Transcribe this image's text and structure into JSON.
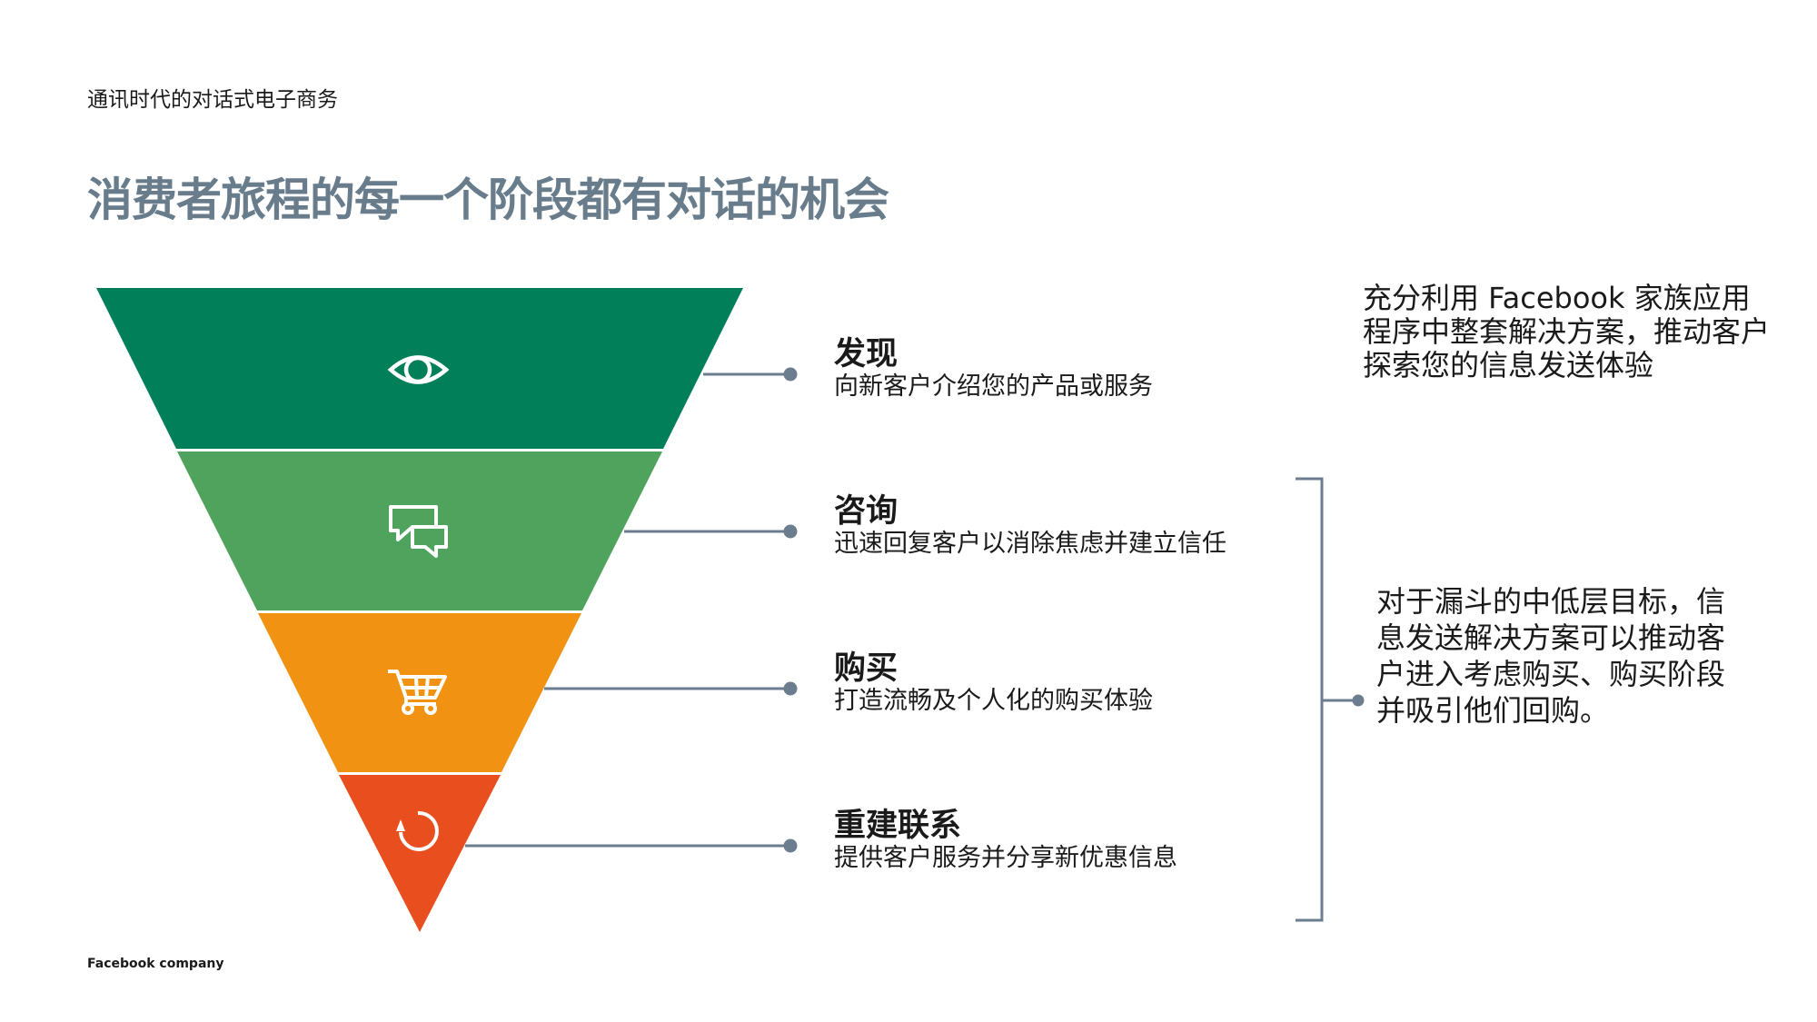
{
  "header": {
    "subtitle": "通讯时代的对话式电子商务",
    "title": "消费者旅程的每一个阶段都有对话的机会"
  },
  "stages": [
    {
      "title": "发现",
      "description": "向新客户介绍您的产品或服务",
      "icon": "eye-icon",
      "color": "#007f58"
    },
    {
      "title": "咨询",
      "description": "迅速回复客户以消除焦虑并建立信任",
      "icon": "chat-bubbles-icon",
      "color": "#4fa35c"
    },
    {
      "title": "购买",
      "description": "打造流畅及个人化的购买体验",
      "icon": "shopping-cart-icon",
      "color": "#f29213"
    },
    {
      "title": "重建联系",
      "description": "提供客户服务并分享新优惠信息",
      "icon": "refresh-icon",
      "color": "#e84e1e"
    }
  ],
  "notes": {
    "top": [
      "充分利用 Facebook 家族应用",
      "程序中整套解决方案，推动客户",
      "探索您的信息发送体验"
    ],
    "lower": [
      "对于漏斗的中低层目标，信",
      "息发送解决方案可以推动客",
      "户进入考虑购买、购买阶段",
      "并吸引他们回购。"
    ]
  },
  "footer": "Facebook company",
  "colors": {
    "connector": "#6b7d8e",
    "title": "#687c8c"
  }
}
